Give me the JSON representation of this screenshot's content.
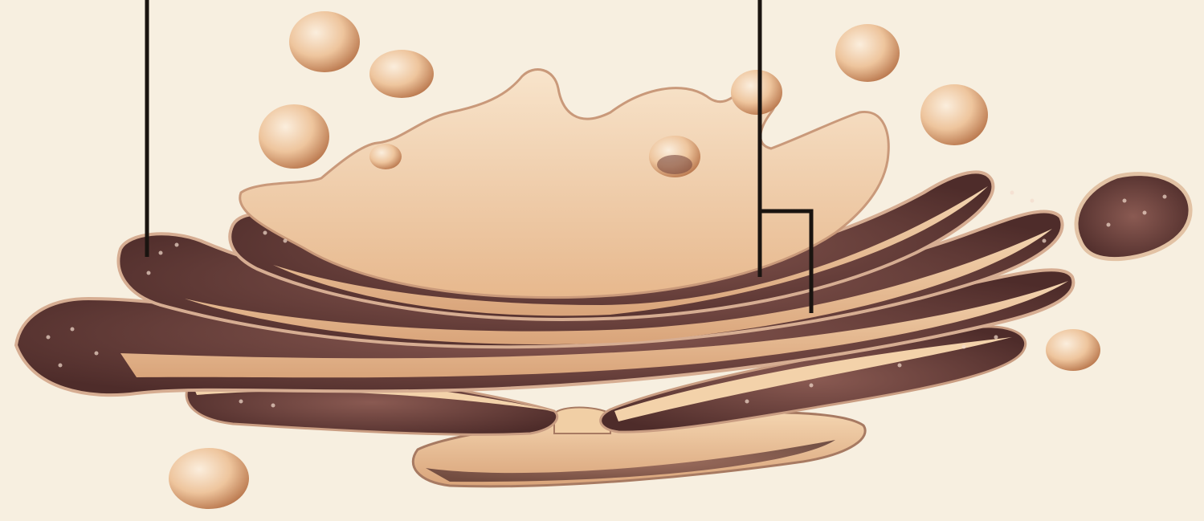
{
  "diagram": {
    "subject": "golgi-apparatus",
    "labels": [],
    "colors": {
      "background": "#f7efe0",
      "cisterna_light": "#f3d2aa",
      "cisterna_mid": "#e3b489",
      "cisterna_dark": "#6b3f3a",
      "cisterna_rim": "#f6e0c4",
      "vesicle_light": "#f8e2c8",
      "vesicle_dark": "#c98a5c",
      "leader_line": "#1a1410"
    },
    "icons": [
      "vesicle",
      "cisterna",
      "leader-line"
    ]
  }
}
